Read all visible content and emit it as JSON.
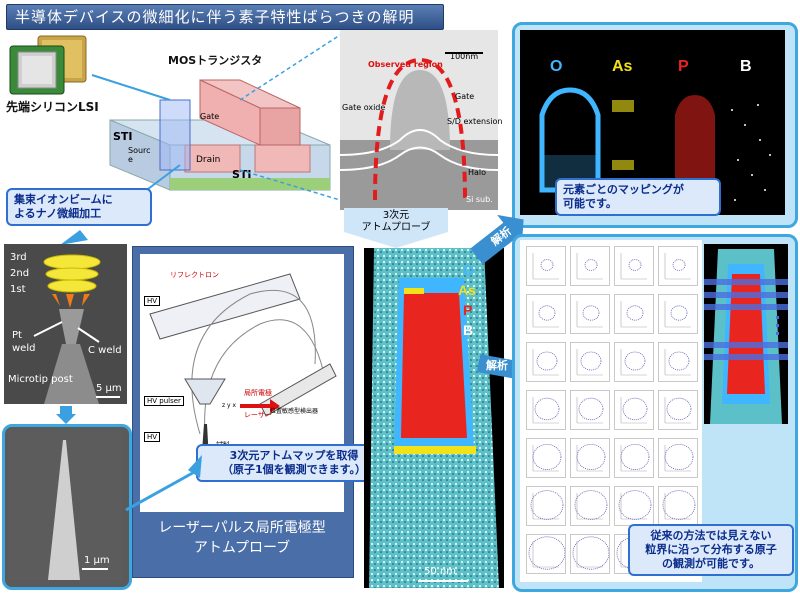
{
  "title": "半導体デバイスの微細化に伴う素子特性ばらつきの解明",
  "lsi_label": "先端シリコンLSI",
  "mos": {
    "title": "MOSトランジスタ",
    "sti_left": "STI",
    "sti_right": "STI",
    "source": "Sourc e",
    "drain": "Drain",
    "gate": "Gate"
  },
  "tem": {
    "observed": "Observed region",
    "scale": "100nm",
    "gate": "Gate",
    "gate_oxide": "Gate oxide",
    "sd_ext": "S/D extension",
    "halo": "Halo",
    "sub": "Si sub."
  },
  "element_map": {
    "labels": [
      "O",
      "As",
      "P",
      "B"
    ],
    "colors": [
      "#3fb6ff",
      "#f2e21a",
      "#e8251f",
      "#ffffff"
    ],
    "caption_line1": "元素ごとのマッピングが",
    "caption_line2": "可能です。"
  },
  "fib_callout": {
    "line1": "集束イオンビームに",
    "line2": "よるナノ微細加工"
  },
  "sem": {
    "l3": "3rd",
    "l2": "2nd",
    "l1": "1st",
    "pt": "Pt",
    "weld": "weld",
    "cweld": "C weld",
    "post": "Microtip post",
    "scale": "5 µm"
  },
  "tip": {
    "scale": "1 µm"
  },
  "apparatus": {
    "reflectron": "リフレクトロン",
    "hv1": "HV",
    "electrode": "局所電極",
    "laser": "レーザー",
    "hv_pulser": "HV pulser",
    "hv2": "HV",
    "specimen": "試料",
    "detector": "位置敏感型検出器",
    "axes": "z y x"
  },
  "apparatus_caption": {
    "line1": "レーザーパルス局所電極型",
    "line2": "アトムプローブ"
  },
  "atommap_callout": {
    "line1": "3次元アトムマップを取得",
    "line2": "（原子1個を観測できます。）"
  },
  "apt_arrow": {
    "line1": "3次元",
    "line2": "アトムプローブ"
  },
  "apt": {
    "labels": [
      "O",
      "As",
      "P",
      "B"
    ],
    "colors": [
      "#3fb6ff",
      "#f2e21a",
      "#e8251f",
      "#ffffff"
    ],
    "scale": "50 nm"
  },
  "analysis1": "解析",
  "analysis2": "解析",
  "grid_caption": {
    "line1": "従来の方法では見えない",
    "line2": "粒界に沿って分布する原子",
    "line3": "の観測が可能です。"
  },
  "grid": {
    "rows": 7,
    "cols": 4
  }
}
